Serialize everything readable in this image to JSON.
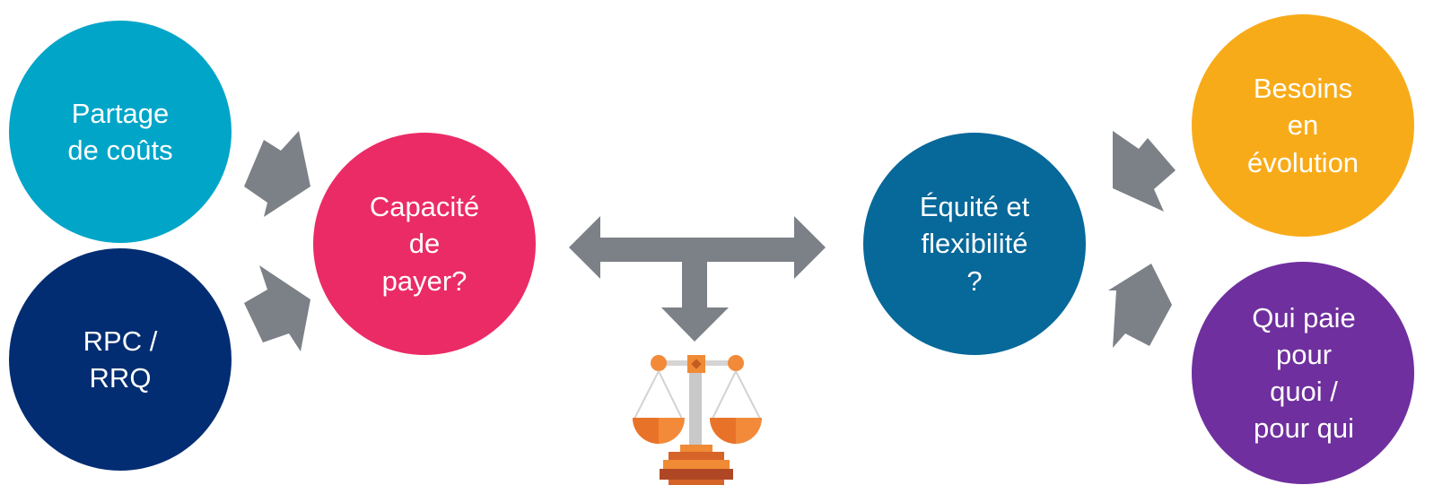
{
  "nodes": {
    "partage": {
      "label": "Partage\nde coûts",
      "color": "#00A5C8"
    },
    "rpc": {
      "label": "RPC /\nRRQ",
      "color": "#022D72"
    },
    "capacite": {
      "label": "Capacité\nde\npayer?",
      "color": "#EB2B66"
    },
    "equite": {
      "label": "Équité et\nflexibilité\n?",
      "color": "#07689A"
    },
    "besoins": {
      "label": "Besoins\nen\névolution",
      "color": "#F8AB19"
    },
    "qui": {
      "label": "Qui paie\npour\nquoi /\npour qui",
      "color": "#6F2F9E"
    }
  },
  "arrow_color": "#7C8187",
  "icons": {
    "balance": "scales-of-justice-icon"
  }
}
